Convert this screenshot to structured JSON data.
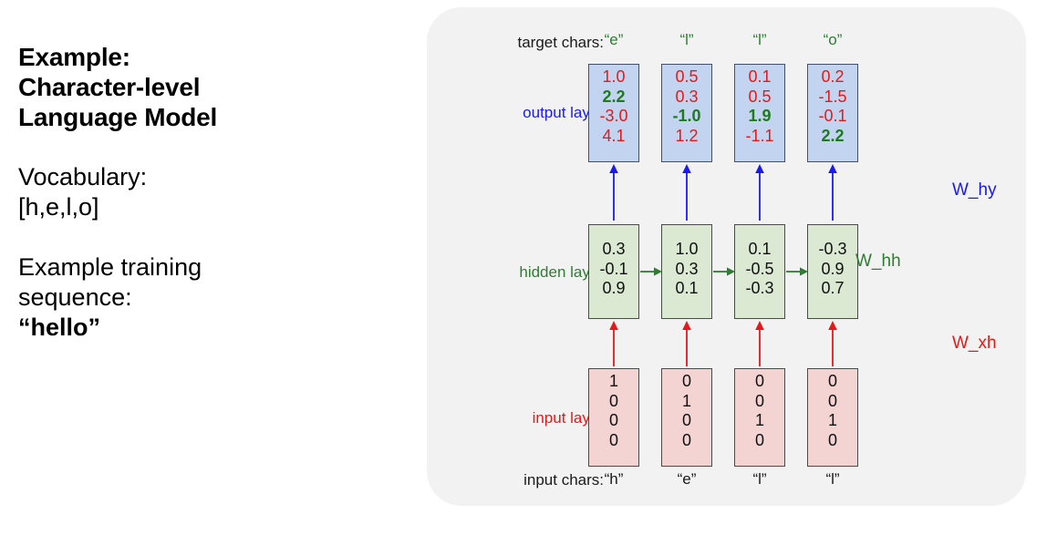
{
  "left_text": {
    "heading": [
      "Example:",
      "Character-level",
      "Language Model"
    ],
    "vocabulary_label": "Vocabulary:",
    "vocabulary_value": "[h,e,l,o]",
    "sequence_label_line1": "Example training",
    "sequence_label_line2": "sequence:",
    "sequence_value": "“hello”"
  },
  "diagram": {
    "row_labels": {
      "target_chars": "target chars:",
      "output_layer": "output layer",
      "hidden_layer": "hidden layer",
      "input_layer": "input layer",
      "input_chars": "input chars:"
    },
    "weight_labels": {
      "w_hy": "W_hy",
      "w_hh": "W_hh",
      "w_xh": "W_xh"
    },
    "colors": {
      "panel_bg": "#f2f2f2",
      "output_box_fill": "#c3d4f0",
      "output_box_border": "#44506b",
      "hidden_box_fill": "#dbe9d3",
      "hidden_box_border": "#4a4a4a",
      "input_box_fill": "#f4d3d3",
      "input_box_border": "#4a4a4a",
      "output_label": "#1a1aee",
      "hidden_label": "#2e7d32",
      "input_label": "#e01b1b",
      "target_char": "#2e7d32",
      "value_negative": "#e01b1b",
      "value_target": "#1f7a1f"
    },
    "columns": [
      {
        "target_char": "“e”",
        "input_char": "“h”",
        "output": [
          "1.0",
          "2.2",
          "-3.0",
          "4.1"
        ],
        "output_target_index": 1,
        "hidden": [
          "0.3",
          "-0.1",
          "0.9"
        ],
        "input": [
          "1",
          "0",
          "0",
          "0"
        ]
      },
      {
        "target_char": "“l”",
        "input_char": "“e”",
        "output": [
          "0.5",
          "0.3",
          "-1.0",
          "1.2"
        ],
        "output_target_index": 2,
        "hidden": [
          "1.0",
          "0.3",
          "0.1"
        ],
        "input": [
          "0",
          "1",
          "0",
          "0"
        ]
      },
      {
        "target_char": "“l”",
        "input_char": "“l”",
        "output": [
          "0.1",
          "0.5",
          "1.9",
          "-1.1"
        ],
        "output_target_index": 2,
        "hidden": [
          "0.1",
          "-0.5",
          "-0.3"
        ],
        "input": [
          "0",
          "0",
          "1",
          "0"
        ]
      },
      {
        "target_char": "“o”",
        "input_char": "“l”",
        "output": [
          "0.2",
          "-1.5",
          "-0.1",
          "2.2"
        ],
        "output_target_index": 3,
        "hidden": [
          "-0.3",
          "0.9",
          "0.7"
        ],
        "input": [
          "0",
          "0",
          "1",
          "0"
        ]
      }
    ]
  }
}
